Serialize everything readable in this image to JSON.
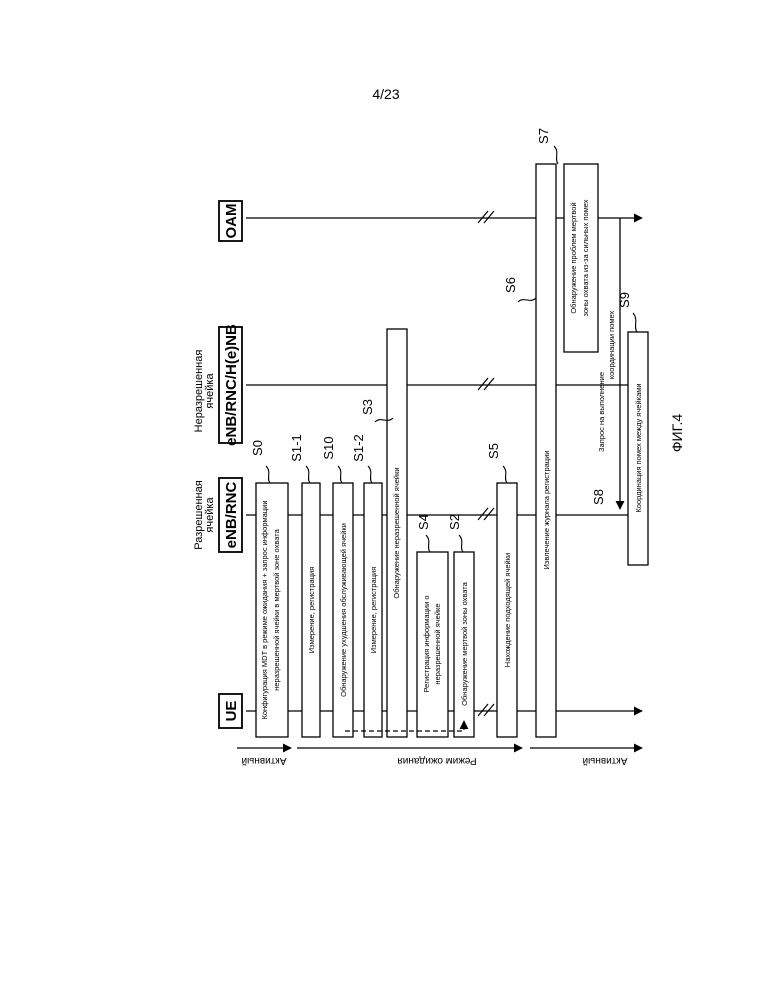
{
  "page_number": "4/23",
  "figure_label": "ФИГ.4",
  "entities": {
    "ue": "UE",
    "allowed_caption_1": "Разрешенная",
    "allowed_caption_2": "ячейка",
    "allowed_node": "eNB/RNC",
    "forbidden_caption_1": "Неразрешенная",
    "forbidden_caption_2": "ячейка",
    "forbidden_node": "eNB/RNC/H(e)NB",
    "oam": "OAM"
  },
  "modes": {
    "active_1": "Активный",
    "idle": "Режим ожидания",
    "active_2": "Активный"
  },
  "steps": {
    "s0": "S0",
    "s1_1": "S1-1",
    "s10": "S10",
    "s1_2": "S1-2",
    "s3": "S3",
    "s4": "S4",
    "s2": "S2",
    "s5": "S5",
    "s6": "S6",
    "s7": "S7",
    "s8": "S8",
    "s9": "S9"
  },
  "boxes": {
    "s0_line1": "Конфигурация MDT в режиме ожидания + запрос информации",
    "s0_line2": "неразрешенной ячейки в мертвой зоне охвата",
    "s1_1": "Измерение, регистрация",
    "s10": "Обнаружение ухудшения обслуживающей ячейки",
    "s1_2": "Измерение, регистрация",
    "s3": "Обнаружение неразрешенной ячейки",
    "s4_line1": "Регистрация информации о",
    "s4_line2": "неразрешенной ячейке",
    "s2": "Обнаружение мертвой зоны охвата",
    "s5": "Нахождение подходящей ячейки",
    "s6": "Извлечение журнала регистрации",
    "s7_line1": "Обнаружение проблем мертвой",
    "s7_line2": "зоны охвата из-за сильных помех",
    "s8_line1": "Запрос на выполнение",
    "s8_line2": "координации помех",
    "s9": "Координация помех между ячейками"
  }
}
